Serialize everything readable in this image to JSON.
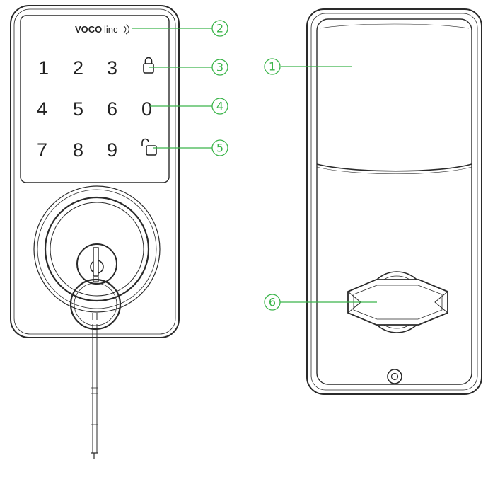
{
  "brand": {
    "bold": "VOCO",
    "light": "linc"
  },
  "keypad": {
    "row1": [
      "1",
      "2",
      "3"
    ],
    "row2": [
      "4",
      "5",
      "6"
    ],
    "row3": [
      "7",
      "8",
      "9"
    ],
    "zero": "0",
    "lock_icon": "lock-icon",
    "unlock_icon": "unlock-icon"
  },
  "callouts": {
    "c1": "①",
    "c2": "②",
    "c3": "③",
    "c4": "④",
    "c5": "⑤",
    "c6": "⑥"
  },
  "colors": {
    "callout": "#3bb54a",
    "outline": "#2a2a2a"
  }
}
